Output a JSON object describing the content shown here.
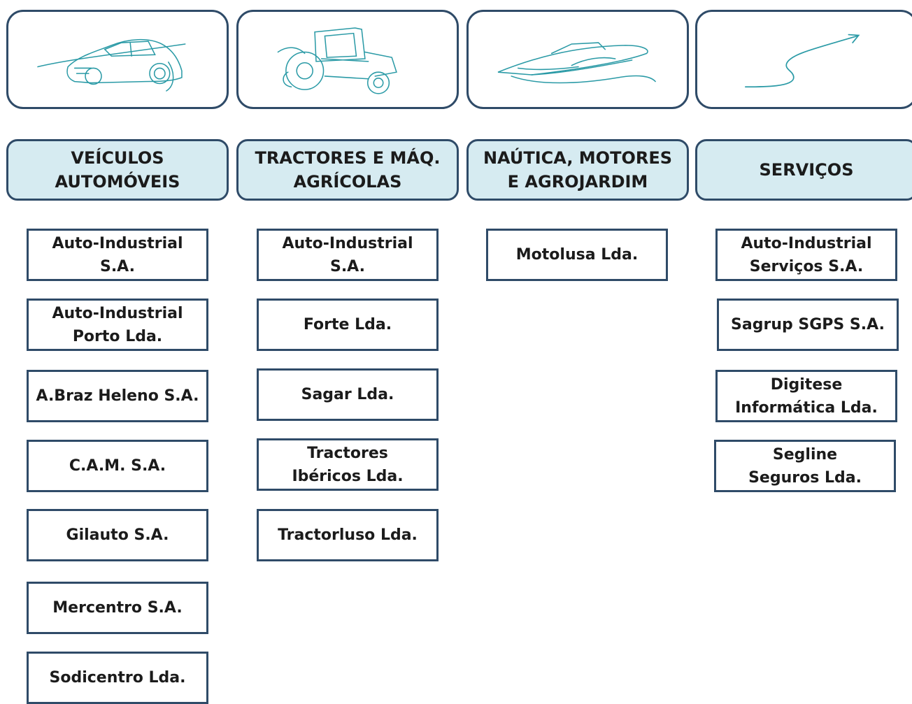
{
  "colors": {
    "border": "#2f4b68",
    "category_fill": "#d6ebf1",
    "sketch_stroke": "#2a9aa6",
    "text": "#1b1b1b"
  },
  "illustrations": [
    "car-sketch-icon",
    "tractor-sketch-icon",
    "boat-sketch-icon",
    "arrow-path-sketch-icon"
  ],
  "categories": [
    {
      "label": "VEÍCULOS\nAUTOMÓVEIS",
      "companies": [
        {
          "label": "Auto-Industrial\nS.A."
        },
        {
          "label": "Auto-Industrial\nPorto Lda."
        },
        {
          "label": "A.Braz Heleno S.A."
        },
        {
          "label": "C.A.M. S.A."
        },
        {
          "label": "Gilauto S.A."
        },
        {
          "label": "Mercentro S.A."
        },
        {
          "label": "Sodicentro Lda."
        }
      ]
    },
    {
      "label": "TRACTORES E MÁQ.\nAGRÍCOLAS",
      "companies": [
        {
          "label": "Auto-Industrial\nS.A."
        },
        {
          "label": "Forte Lda."
        },
        {
          "label": "Sagar Lda."
        },
        {
          "label": "Tractores\nIbéricos Lda."
        },
        {
          "label": "Tractorluso Lda."
        }
      ]
    },
    {
      "label": "NAÚTICA, MOTORES\nE AGROJARDIM",
      "companies": [
        {
          "label": "Motolusa Lda."
        }
      ]
    },
    {
      "label": "SERVIÇOS",
      "companies": [
        {
          "label": "Auto-Industrial\nServiços S.A."
        },
        {
          "label": "Sagrup SGPS S.A."
        },
        {
          "label": "Digitese\nInformática Lda."
        },
        {
          "label": "Segline\nSeguros Lda."
        }
      ]
    }
  ]
}
